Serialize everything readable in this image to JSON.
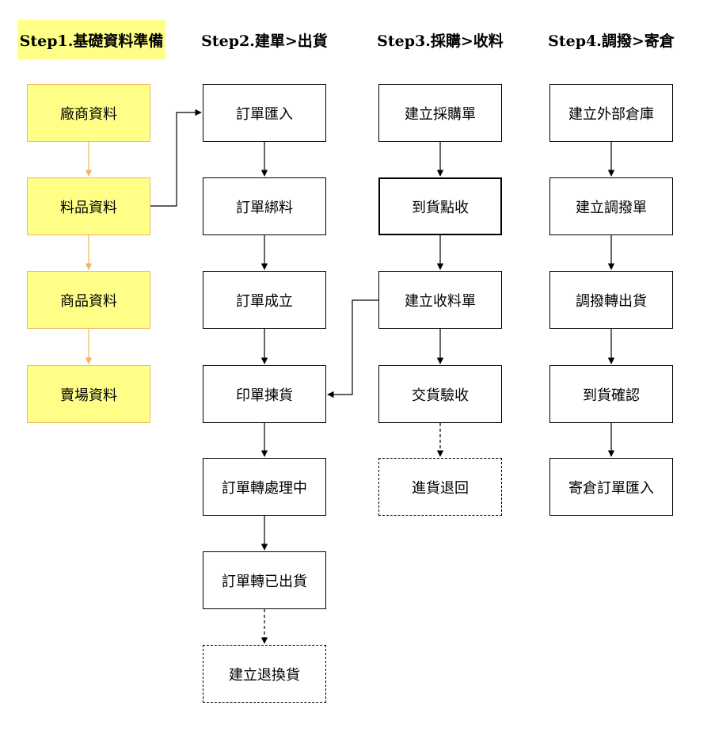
{
  "colors": {
    "highlight_fill": "#ffff88",
    "yellow_border": "#f2b55e",
    "yellow_arrow": "#f2b55e",
    "line": "#000000"
  },
  "steps": [
    {
      "title": "Step1.基礎資料準備",
      "nodes": [
        "廠商資料",
        "料品資料",
        "商品資料",
        "賣場資料"
      ]
    },
    {
      "title": "Step2.建單>出貨",
      "nodes": [
        "訂單匯入",
        "訂單綁料",
        "訂單成立",
        "印單揀貨",
        "訂單轉處理中",
        "訂單轉已出貨",
        "建立退換貨"
      ]
    },
    {
      "title": "Step3.採購>收料",
      "nodes": [
        "建立採購單",
        "到貨點收",
        "建立收料單",
        "交貨驗收",
        "進貨退回"
      ]
    },
    {
      "title": "Step4.調撥>寄倉",
      "nodes": [
        "建立外部倉庫",
        "建立調撥單",
        "調撥轉出貨",
        "到貨確認",
        "寄倉訂單匯入"
      ]
    }
  ]
}
